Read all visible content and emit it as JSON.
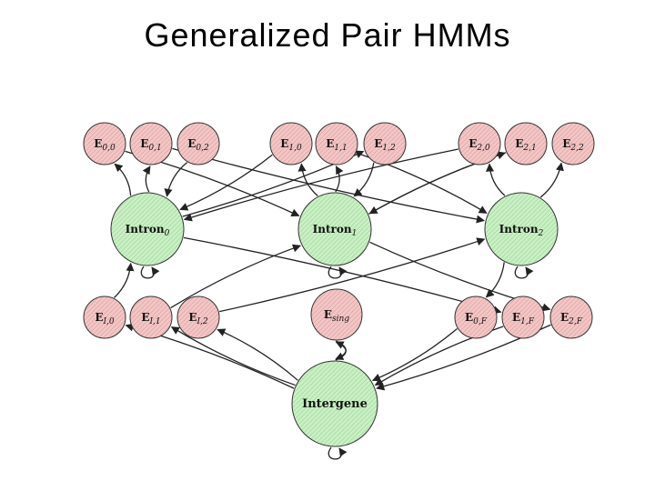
{
  "title": "Generalized Pair HMMs",
  "colors": {
    "exon_fill": "#f3c6c6",
    "exon_stroke": "#333333",
    "intron_fill": "#c9f0c4",
    "edge": "#222222"
  },
  "nodes": {
    "e00": {
      "base": "E",
      "sub": "0,0",
      "kind": "exon"
    },
    "e01": {
      "base": "E",
      "sub": "0,1",
      "kind": "exon"
    },
    "e02": {
      "base": "E",
      "sub": "0,2",
      "kind": "exon"
    },
    "e10": {
      "base": "E",
      "sub": "1,0",
      "kind": "exon"
    },
    "e11": {
      "base": "E",
      "sub": "1,1",
      "kind": "exon"
    },
    "e12": {
      "base": "E",
      "sub": "1,2",
      "kind": "exon"
    },
    "e20": {
      "base": "E",
      "sub": "2,0",
      "kind": "exon"
    },
    "e21": {
      "base": "E",
      "sub": "2,1",
      "kind": "exon"
    },
    "e22": {
      "base": "E",
      "sub": "2,2",
      "kind": "exon"
    },
    "intron0": {
      "base": "Intron",
      "sub": "0",
      "kind": "intron"
    },
    "intron1": {
      "base": "Intron",
      "sub": "1",
      "kind": "intron"
    },
    "intron2": {
      "base": "Intron",
      "sub": "2",
      "kind": "intron"
    },
    "ei0": {
      "base": "E",
      "sub": "I,0",
      "kind": "exon"
    },
    "ei1": {
      "base": "E",
      "sub": "I,1",
      "kind": "exon"
    },
    "ei2": {
      "base": "E",
      "sub": "I,2",
      "kind": "exon"
    },
    "esing": {
      "base": "E",
      "sub": "sing",
      "kind": "exon"
    },
    "e0f": {
      "base": "E",
      "sub": "0,F",
      "kind": "exon"
    },
    "e1f": {
      "base": "E",
      "sub": "1,F",
      "kind": "exon"
    },
    "e2f": {
      "base": "E",
      "sub": "2,F",
      "kind": "exon"
    },
    "intergene": {
      "base": "Intergene",
      "sub": "",
      "kind": "intron"
    }
  },
  "edges": [
    [
      "intron0",
      "e00"
    ],
    [
      "intron0",
      "e01"
    ],
    [
      "e02",
      "intron0"
    ],
    [
      "e10",
      "intron0"
    ],
    [
      "e20",
      "intron0"
    ],
    [
      "e00",
      "intron1"
    ],
    [
      "intron1",
      "e11"
    ],
    [
      "e12",
      "intron1"
    ],
    [
      "e21",
      "intron1"
    ],
    [
      "intron1",
      "e10"
    ],
    [
      "e01",
      "intron2"
    ],
    [
      "e11",
      "intron2"
    ],
    [
      "intron2",
      "e22"
    ],
    [
      "intron2",
      "e20"
    ],
    [
      "intron0",
      "e12"
    ],
    [
      "intron1",
      "e21"
    ],
    [
      "ei0",
      "intron0"
    ],
    [
      "ei1",
      "intron1"
    ],
    [
      "ei2",
      "intron2"
    ],
    [
      "intron0",
      "e1f"
    ],
    [
      "intron1",
      "e2f"
    ],
    [
      "intron2",
      "e0f"
    ],
    [
      "intergene",
      "ei0"
    ],
    [
      "intergene",
      "ei1"
    ],
    [
      "intergene",
      "ei2"
    ],
    [
      "e0f",
      "intergene"
    ],
    [
      "e1f",
      "intergene"
    ],
    [
      "e2f",
      "intergene"
    ],
    [
      "intergene",
      "esing"
    ],
    [
      "esing",
      "intergene"
    ]
  ],
  "self_loops": [
    "intron0",
    "intron1",
    "intron2",
    "intergene"
  ]
}
